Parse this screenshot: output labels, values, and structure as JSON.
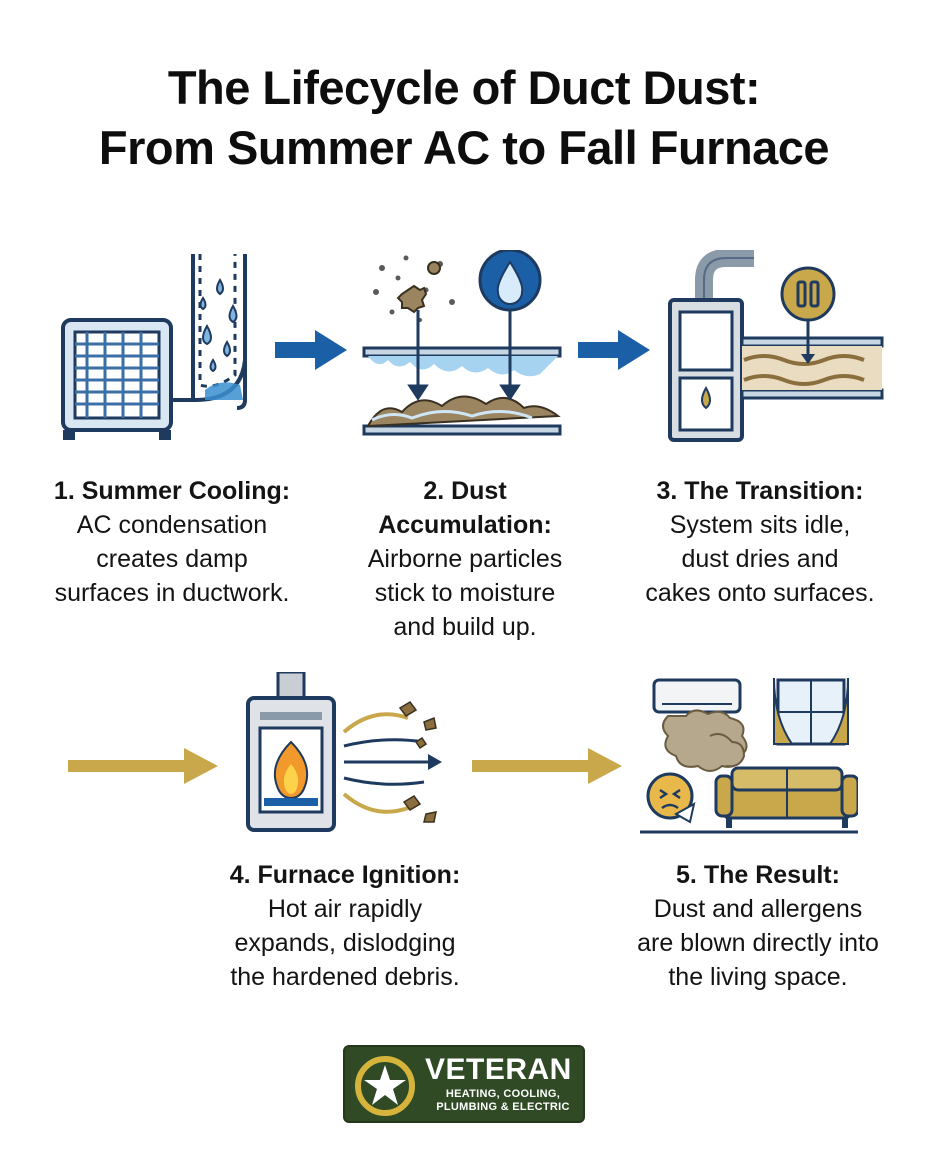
{
  "title": {
    "line1": "The Lifecycle of Duct Dust:",
    "line2": "From Summer AC to Fall Furnace"
  },
  "colors": {
    "navy": "#1f3a5f",
    "blue_arrow": "#1b5fa6",
    "gold_arrow": "#c9a84c",
    "dust": "#9b8560",
    "water": "#3a8fd0",
    "logo_green": "#2f4a24",
    "logo_gold": "#d6b43c"
  },
  "steps": [
    {
      "heading": "1. Summer Cooling:",
      "lines": [
        "AC condensation",
        "creates damp",
        "surfaces in ductwork."
      ],
      "icon": "ac-unit-condensation-icon"
    },
    {
      "heading_lines": [
        "2. Dust",
        "Accumulation:"
      ],
      "lines": [
        "Airborne particles",
        "stick to moisture",
        "and build up."
      ],
      "icon": "dust-accumulation-icon"
    },
    {
      "heading": "3. The Transition:",
      "lines": [
        "System sits idle,",
        "dust dries and",
        "cakes onto surfaces."
      ],
      "icon": "idle-furnace-icon"
    },
    {
      "heading": "4. Furnace Ignition:",
      "lines": [
        "Hot air rapidly",
        "expands, dislodging",
        "the hardened debris."
      ],
      "icon": "furnace-ignition-icon"
    },
    {
      "heading": "5. The Result:",
      "lines": [
        "Dust and allergens",
        "are blown directly into",
        "the living space."
      ],
      "icon": "living-room-dust-icon"
    }
  ],
  "logo": {
    "brand": "VETERAN",
    "tagline_line1": "HEATING, COOLING,",
    "tagline_line2": "PLUMBING & ELECTRIC"
  }
}
